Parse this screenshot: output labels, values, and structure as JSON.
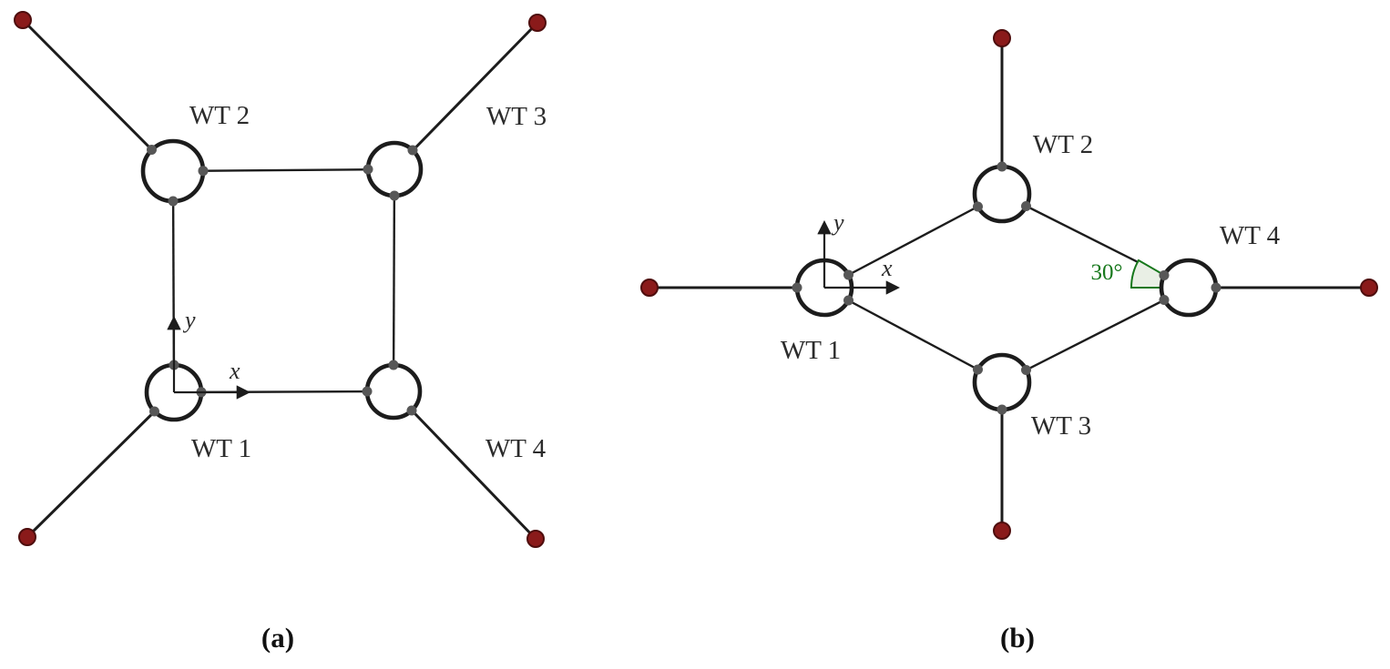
{
  "panel_a": {
    "caption": "(a)",
    "wt1": "WT 1",
    "wt2": "WT 2",
    "wt3": "WT 3",
    "wt4": "WT 4",
    "axis_x": "x",
    "axis_y": "y"
  },
  "panel_b": {
    "caption": "(b)",
    "wt1": "WT 1",
    "wt2": "WT 2",
    "wt3": "WT 3",
    "wt4": "WT 4",
    "axis_x": "x",
    "axis_y": "y",
    "angle": "30°"
  },
  "colors": {
    "line": "#1c1c1c",
    "anchor-fill": "#8a1a1a",
    "anchor-stroke": "#4e0d0d",
    "fairlead": "#575757",
    "angle-green": "#17781c",
    "angle-fill": "#e9efe5"
  }
}
